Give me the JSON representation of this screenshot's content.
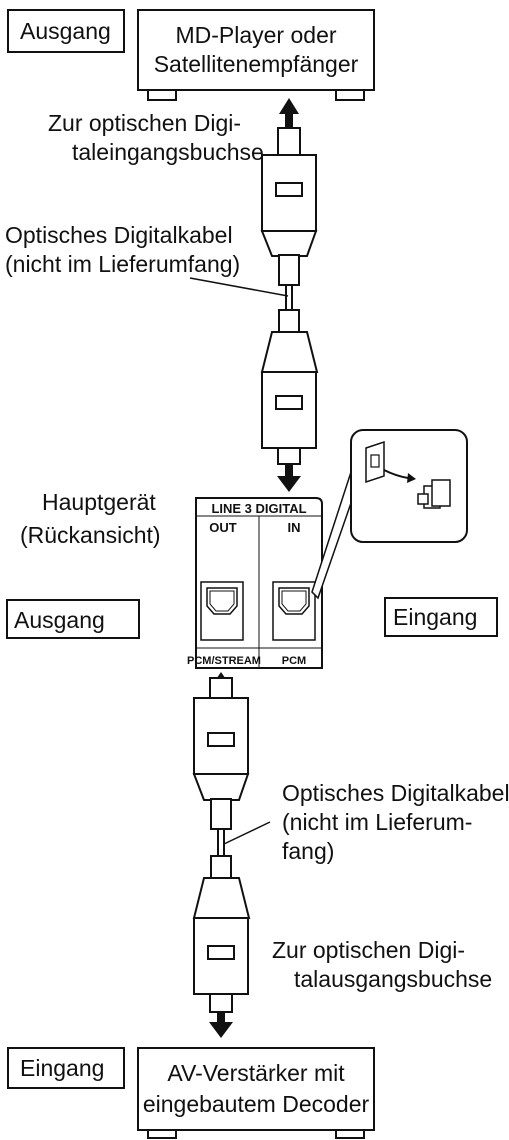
{
  "top_device": {
    "tag": "Ausgang",
    "line1": "MD-Player oder",
    "line2": "Satellitenempfänger"
  },
  "top_connector_label": {
    "line1": "Zur optischen Digi-",
    "line2": "taleingangsbuchse"
  },
  "top_cable_label": {
    "line1": "Optisches Digitalkabel",
    "line2": "(nicht im Lieferumfang)"
  },
  "main_unit": {
    "line1": "Hauptgerät",
    "line2": "(Rückansicht)",
    "left_tag": "Ausgang",
    "right_tag": "Eingang",
    "panel_title": "LINE 3 DIGITAL",
    "out_label": "OUT",
    "in_label": "IN",
    "out_sub": "PCM/STREAM",
    "in_sub": "PCM"
  },
  "bottom_cable_label": {
    "line1": "Optisches Digitalkabel",
    "line2": "(nicht im Lieferum-",
    "line3": "fang)"
  },
  "bottom_connector_label": {
    "line1": "Zur optischen Digi-",
    "line2": "talausgangsbuchse"
  },
  "bottom_device": {
    "tag": "Eingang",
    "line1": "AV-Verstärker mit",
    "line2": "eingebautem Decoder"
  }
}
